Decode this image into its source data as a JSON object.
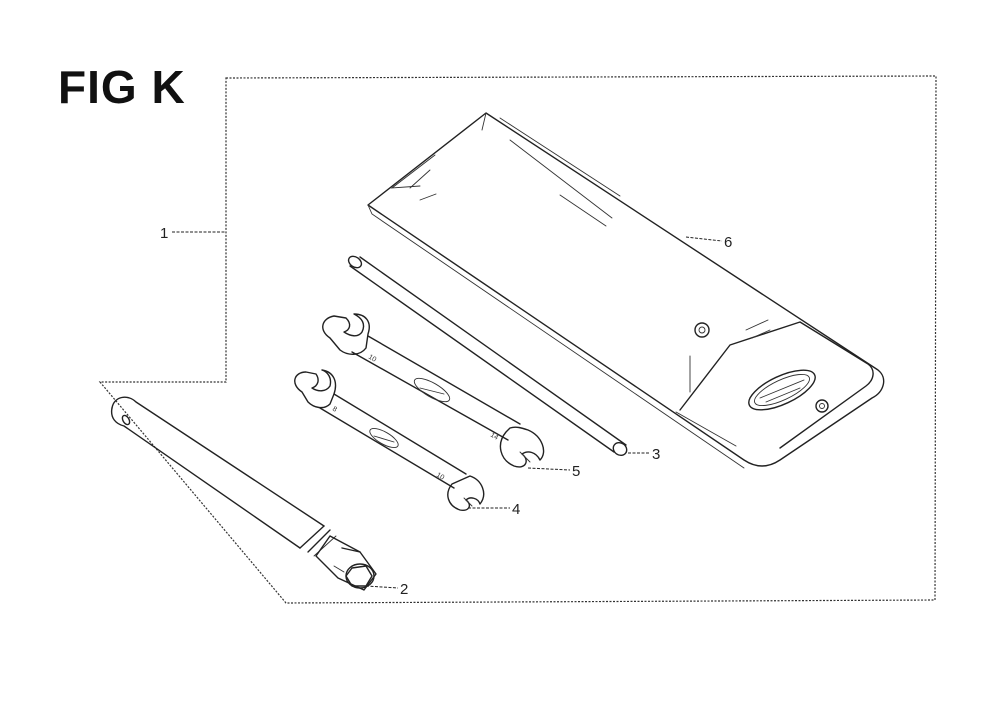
{
  "figure": {
    "title": "FIG K"
  },
  "callouts": {
    "tool_set": "1",
    "spark_plug_wrench": "2",
    "handle_bar": "3",
    "wrench_small": "4",
    "wrench_large": "5",
    "tool_bag": "6"
  },
  "wrench_markings": {
    "large_end_a": "10",
    "large_end_b": "14",
    "small_end_a": "8",
    "small_end_b": "10"
  }
}
